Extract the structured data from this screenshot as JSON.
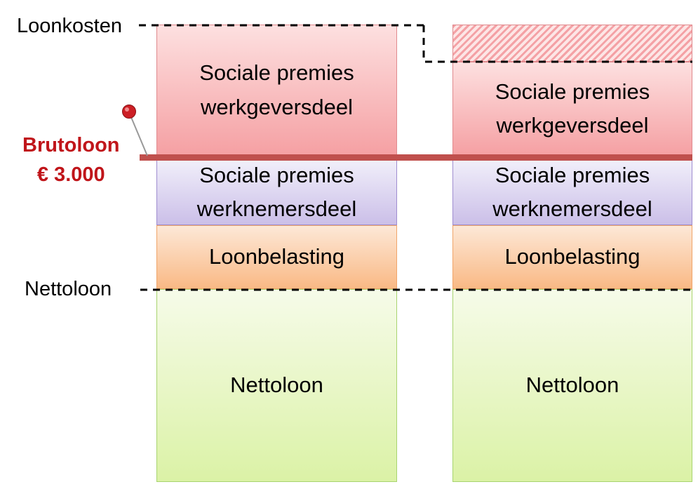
{
  "labels": {
    "loonkosten": "Loonkosten",
    "brutoloon_line1": "Brutoloon",
    "brutoloon_line2": "€ 3.000",
    "nettoloon": "Nettoloon"
  },
  "columns": [
    {
      "segments": [
        {
          "line1": "Sociale premies",
          "line2": "werkgeversdeel"
        },
        {
          "line1": "Sociale premies",
          "line2": "werknemersdeel"
        },
        {
          "line1": "Loonbelasting"
        },
        {
          "line1": "Nettoloon"
        }
      ]
    },
    {
      "segments": [
        {
          "line1": "Sociale premies",
          "line2": "werkgeversdeel"
        },
        {
          "line1": "Sociale premies",
          "line2": "werknemersdeel"
        },
        {
          "line1": "Loonbelasting"
        },
        {
          "line1": "Nettoloon"
        }
      ]
    }
  ],
  "colors": {
    "brutoloon_accent": "#c0151a",
    "werkgeversdeel": "#f5a0a3",
    "werknemersdeel": "#cbbfe8",
    "loonbelasting": "#f9b985",
    "nettoloon": "#dbf2a6"
  }
}
